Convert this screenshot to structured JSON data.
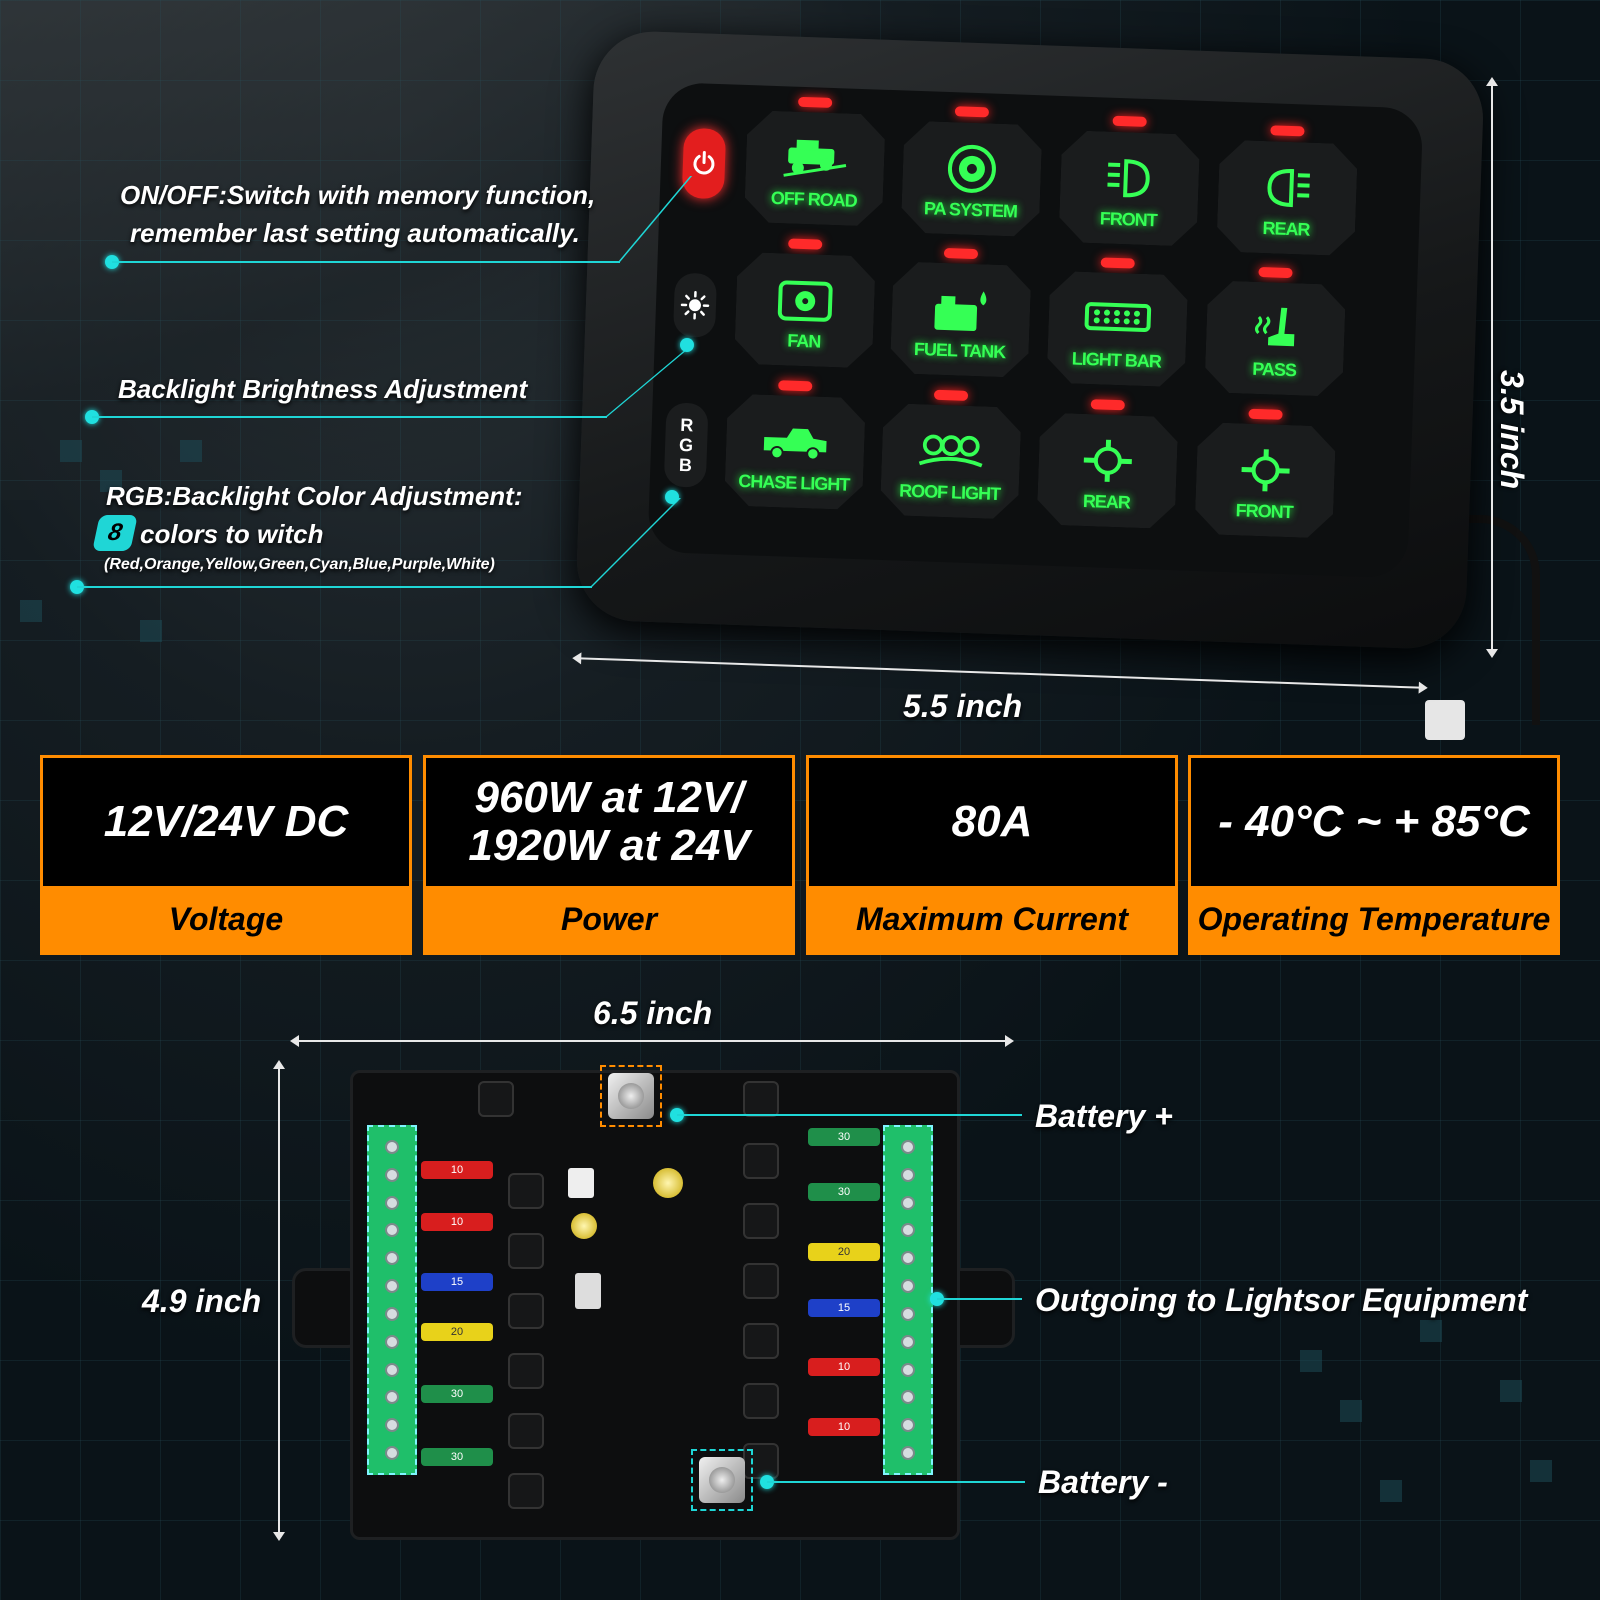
{
  "panel_switches": [
    {
      "label": "OFF ROAD",
      "icon": "jeep-offroad-icon"
    },
    {
      "label": "PA SYSTEM",
      "icon": "speaker-icon"
    },
    {
      "label": "FRONT",
      "icon": "front-light-icon"
    },
    {
      "label": "REAR",
      "icon": "rear-light-icon"
    },
    {
      "label": "FAN",
      "icon": "engine-fan-icon"
    },
    {
      "label": "FUEL TANK",
      "icon": "fuel-tank-icon"
    },
    {
      "label": "LIGHT BAR",
      "icon": "light-bar-icon"
    },
    {
      "label": "PASS",
      "icon": "seat-heater-icon"
    },
    {
      "label": "CHASE LIGHT",
      "icon": "pickup-truck-icon"
    },
    {
      "label": "ROOF LIGHT",
      "icon": "roof-light-icon"
    },
    {
      "label": "REAR",
      "icon": "rear-locker-icon"
    },
    {
      "label": "FRONT",
      "icon": "front-locker-icon"
    }
  ],
  "side_buttons": {
    "power_icon": "power-icon",
    "brightness_icon": "sun-icon",
    "rgb_letters": [
      "R",
      "G",
      "B"
    ]
  },
  "callouts": {
    "onoff_line1": "ON/OFF:Switch with memory function,",
    "onoff_line2": "remember last setting automatically.",
    "brightness": "Backlight Brightness Adjustment",
    "rgb_line1": "RGB:Backlight Color Adjustment:",
    "rgb_count": "8",
    "rgb_line2": "colors to witch",
    "rgb_colors": "(Red,Orange,Yellow,Green,Cyan,Blue,Purple,White)"
  },
  "dimensions": {
    "panel_width": "5.5 inch",
    "panel_height": "3.5 inch",
    "box_width": "6.5 inch",
    "box_height": "4.9 inch"
  },
  "specs": [
    {
      "value": "12V/24V DC",
      "label": "Voltage"
    },
    {
      "value_line1": "960W at 12V/",
      "value_line2": "1920W at 24V",
      "label": "Power"
    },
    {
      "value": "80A",
      "label": "Maximum Current"
    },
    {
      "value": "- 40°C ~ + 85°C",
      "label": "Operating Temperature"
    }
  ],
  "fusebox": {
    "battery_plus": "Battery +",
    "battery_minus": "Battery -",
    "outgoing": "Outgoing to Lightsor Equipment",
    "left_fuses": [
      {
        "rating": "10",
        "color": "#d81e1e"
      },
      {
        "rating": "10",
        "color": "#d81e1e"
      },
      {
        "rating": "15",
        "color": "#1e40c8"
      },
      {
        "rating": "20",
        "color": "#e8d21a"
      },
      {
        "rating": "30",
        "color": "#1f8f4a"
      },
      {
        "rating": "30",
        "color": "#1f8f4a"
      }
    ],
    "right_fuses": [
      {
        "rating": "30",
        "color": "#1f8f4a"
      },
      {
        "rating": "30",
        "color": "#1f8f4a"
      },
      {
        "rating": "20",
        "color": "#e8d21a"
      },
      {
        "rating": "15",
        "color": "#1e40c8"
      },
      {
        "rating": "10",
        "color": "#d81e1e"
      },
      {
        "rating": "10",
        "color": "#d81e1e"
      }
    ]
  },
  "colors": {
    "accent_cyan": "#1fd6d6",
    "spec_orange": "#ff8c00",
    "switch_green": "#35ff55",
    "led_red": "#ff2a2a"
  }
}
